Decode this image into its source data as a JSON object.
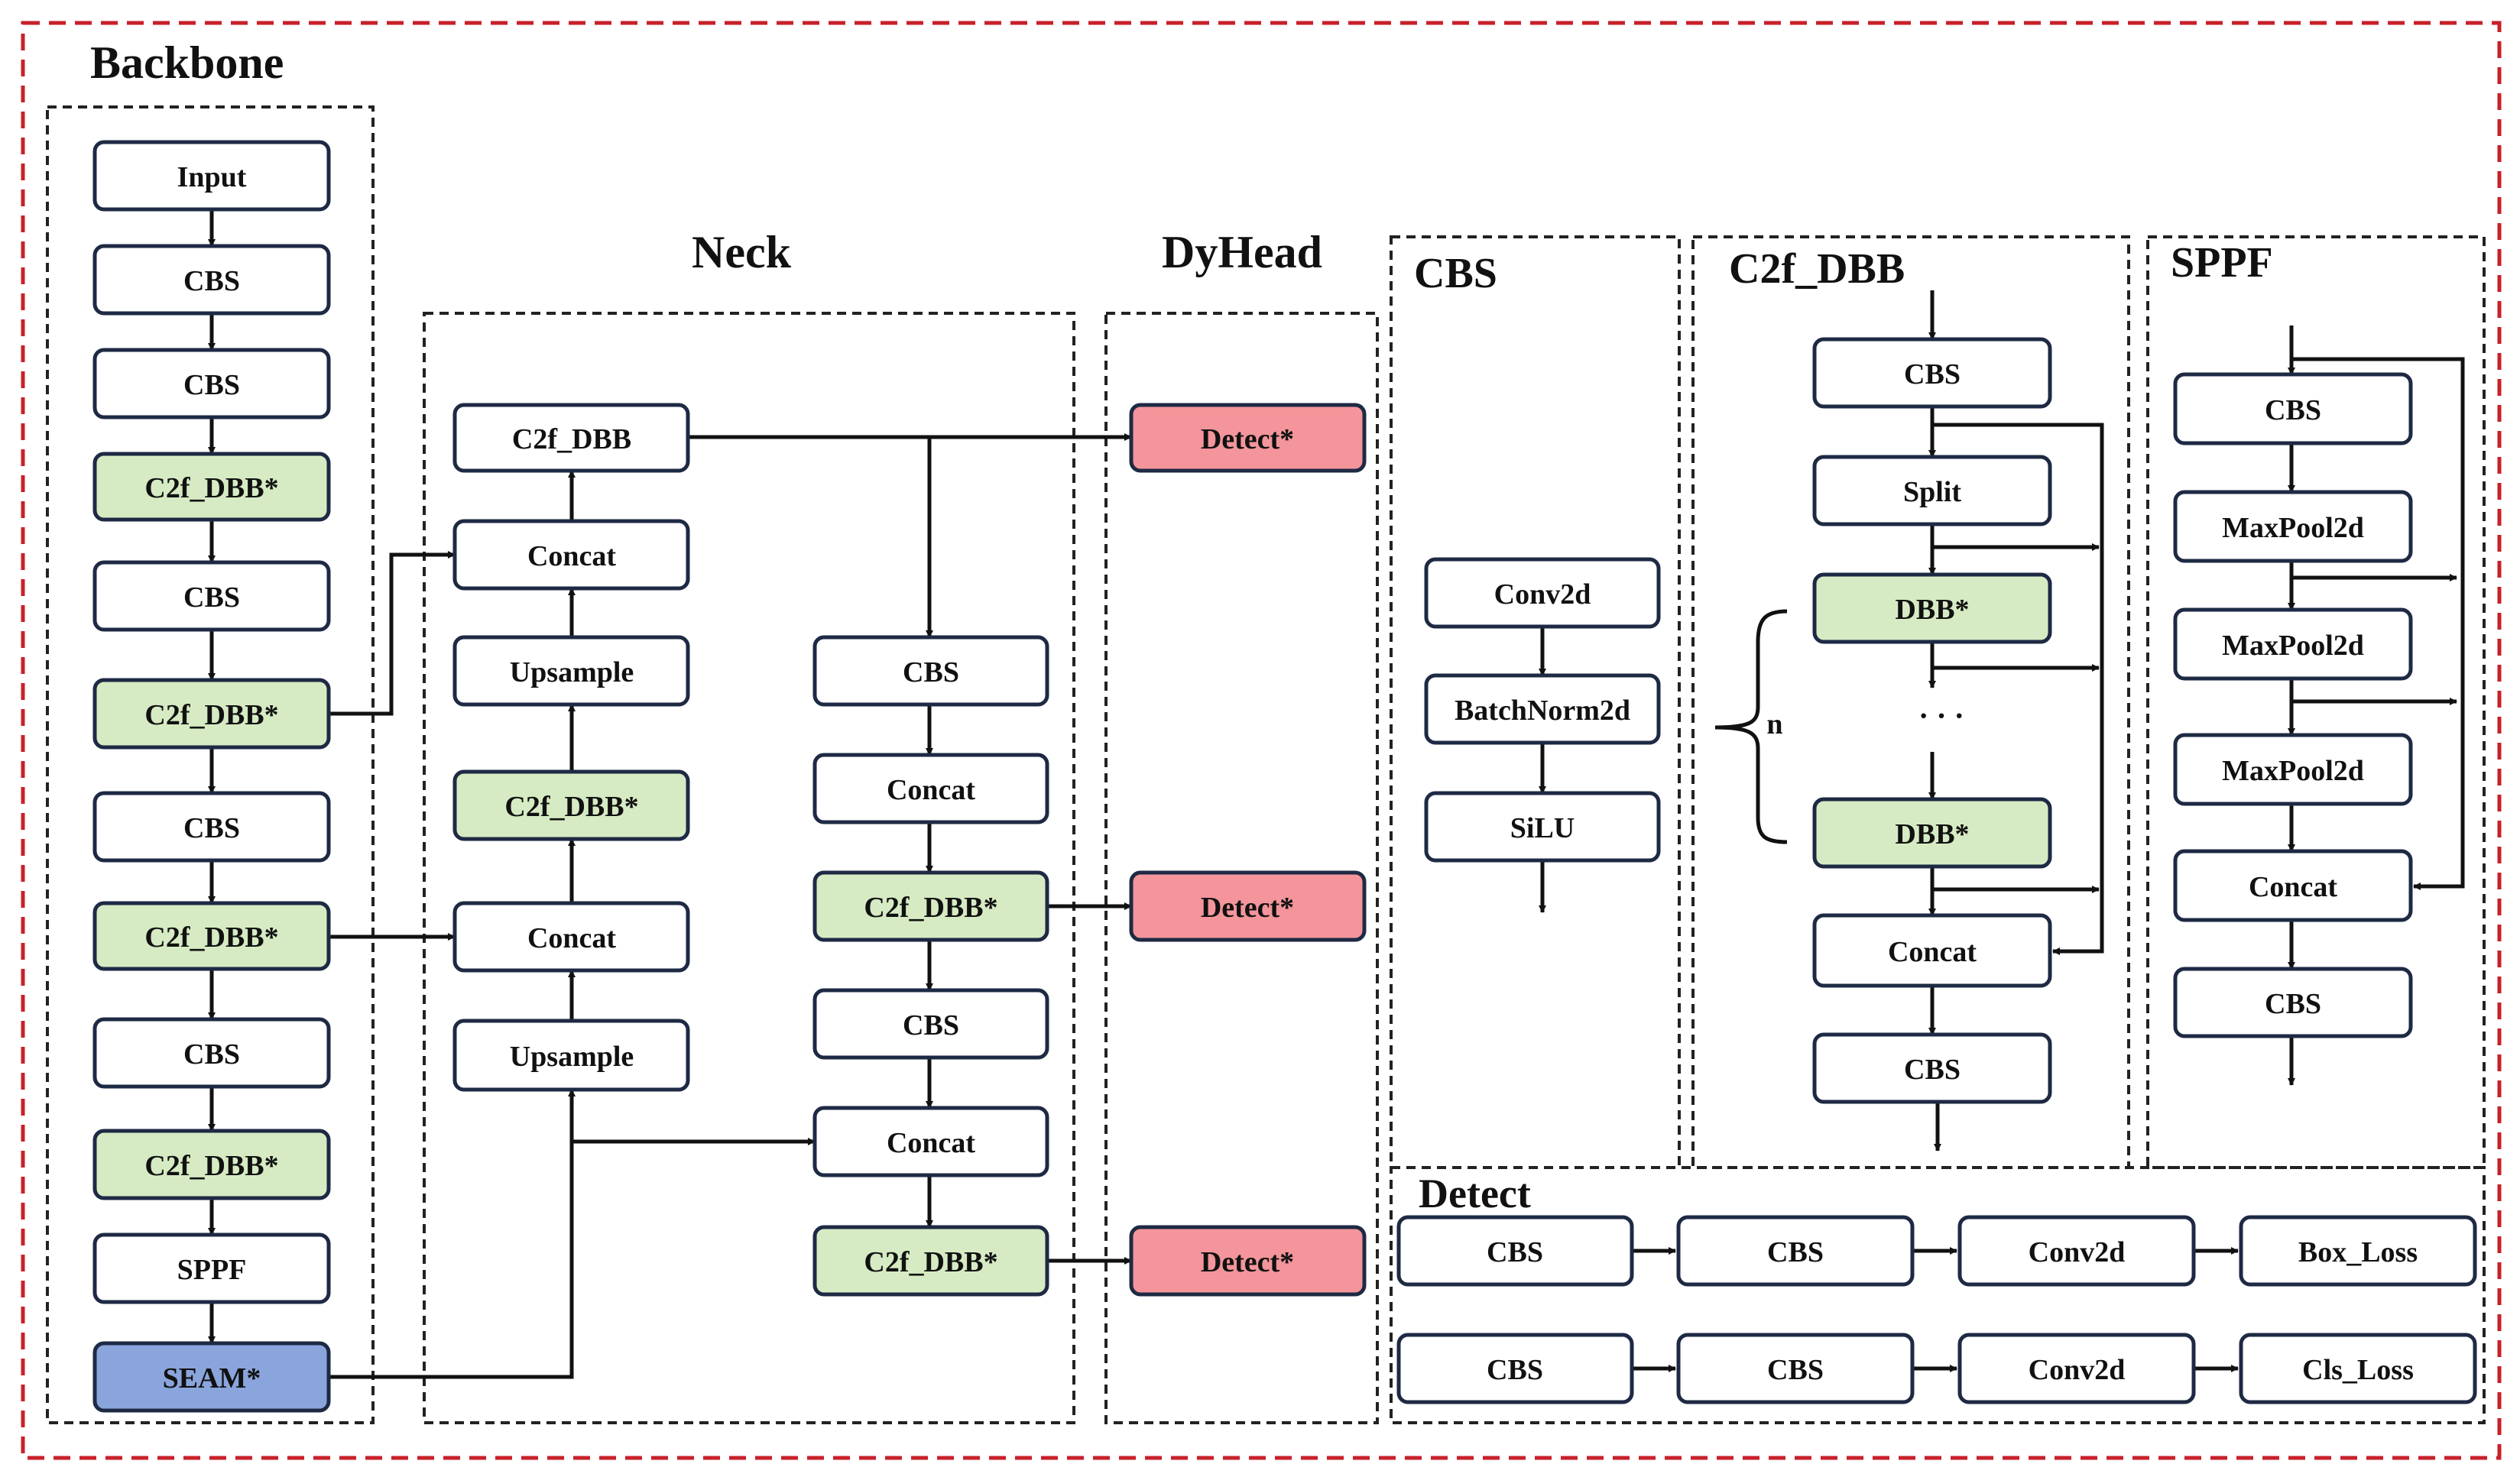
{
  "colors": {
    "outer_border": "#c8202a",
    "box_stroke": "#1e2a44",
    "white_fill": "#ffffff",
    "green_fill": "#d6ebc3",
    "red_fill": "#f3959b",
    "blue_fill": "#8aa5dc"
  },
  "section_titles": {
    "backbone": "Backbone",
    "neck": "Neck",
    "dyhead": "DyHead",
    "cbs": "CBS",
    "c2f_dbb": "C2f_DBB",
    "sppf": "SPPF",
    "detect": "Detect"
  },
  "backbone": {
    "input": "Input",
    "cbs_1": "CBS",
    "cbs_2": "CBS",
    "c2f_dbb_1": "C2f_DBB*",
    "cbs_3": "CBS",
    "c2f_dbb_2": "C2f_DBB*",
    "cbs_4": "CBS",
    "c2f_dbb_3": "C2f_DBB*",
    "cbs_5": "CBS",
    "c2f_dbb_4": "C2f_DBB*",
    "sppf": "SPPF",
    "seam": "SEAM*"
  },
  "neck": {
    "c2f_dbb_top": "C2f_DBB",
    "concat_1": "Concat",
    "upsample_1": "Upsample",
    "c2f_dbb_mid": "C2f_DBB*",
    "concat_2": "Concat",
    "upsample_2": "Upsample",
    "cbs_r1": "CBS",
    "concat_r1": "Concat",
    "c2f_dbb_r1": "C2f_DBB*",
    "cbs_r2": "CBS",
    "concat_r2": "Concat",
    "c2f_dbb_r2": "C2f_DBB*"
  },
  "dyhead": {
    "detect_1": "Detect*",
    "detect_2": "Detect*",
    "detect_3": "Detect*"
  },
  "cbs_module": {
    "conv2d": "Conv2d",
    "batchnorm2d": "BatchNorm2d",
    "silu": "SiLU"
  },
  "c2f_dbb_module": {
    "cbs_in": "CBS",
    "split": "Split",
    "dbb_1": "DBB*",
    "ellipsis": "· · ·",
    "dbb_n": "DBB*",
    "concat": "Concat",
    "cbs_out": "CBS",
    "n_label": "n"
  },
  "sppf_module": {
    "cbs_in": "CBS",
    "maxpool_1": "MaxPool2d",
    "maxpool_2": "MaxPool2d",
    "maxpool_3": "MaxPool2d",
    "concat": "Concat",
    "cbs_out": "CBS"
  },
  "detect_module": {
    "row1": [
      "CBS",
      "CBS",
      "Conv2d",
      "Box_Loss"
    ],
    "row2": [
      "CBS",
      "CBS",
      "Conv2d",
      "Cls_Loss"
    ]
  }
}
